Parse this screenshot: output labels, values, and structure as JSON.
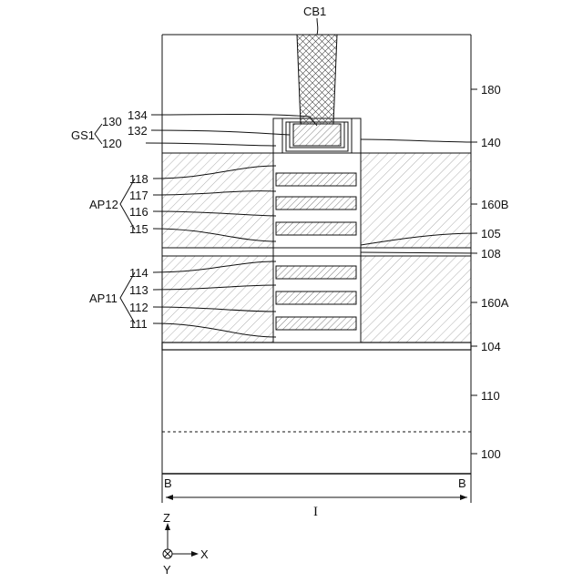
{
  "labels": {
    "cb1": "CB1",
    "l180": "180",
    "l134": "134",
    "l132": "132",
    "l130": "130",
    "gs1": "GS1",
    "l120": "120",
    "l140": "140",
    "l118": "118",
    "l117": "117",
    "ap12": "AP12",
    "l116": "116",
    "l160b": "160B",
    "l115": "115",
    "l105": "105",
    "l108": "108",
    "l114": "114",
    "l113": "113",
    "ap11": "AP11",
    "l160a": "160A",
    "l112": "112",
    "l111": "111",
    "l104": "104",
    "l110": "110",
    "l100": "100",
    "b_left": "B",
    "b_right": "B",
    "roman_one": "I"
  },
  "axes": {
    "z": "Z",
    "x": "X",
    "y": "Y"
  }
}
